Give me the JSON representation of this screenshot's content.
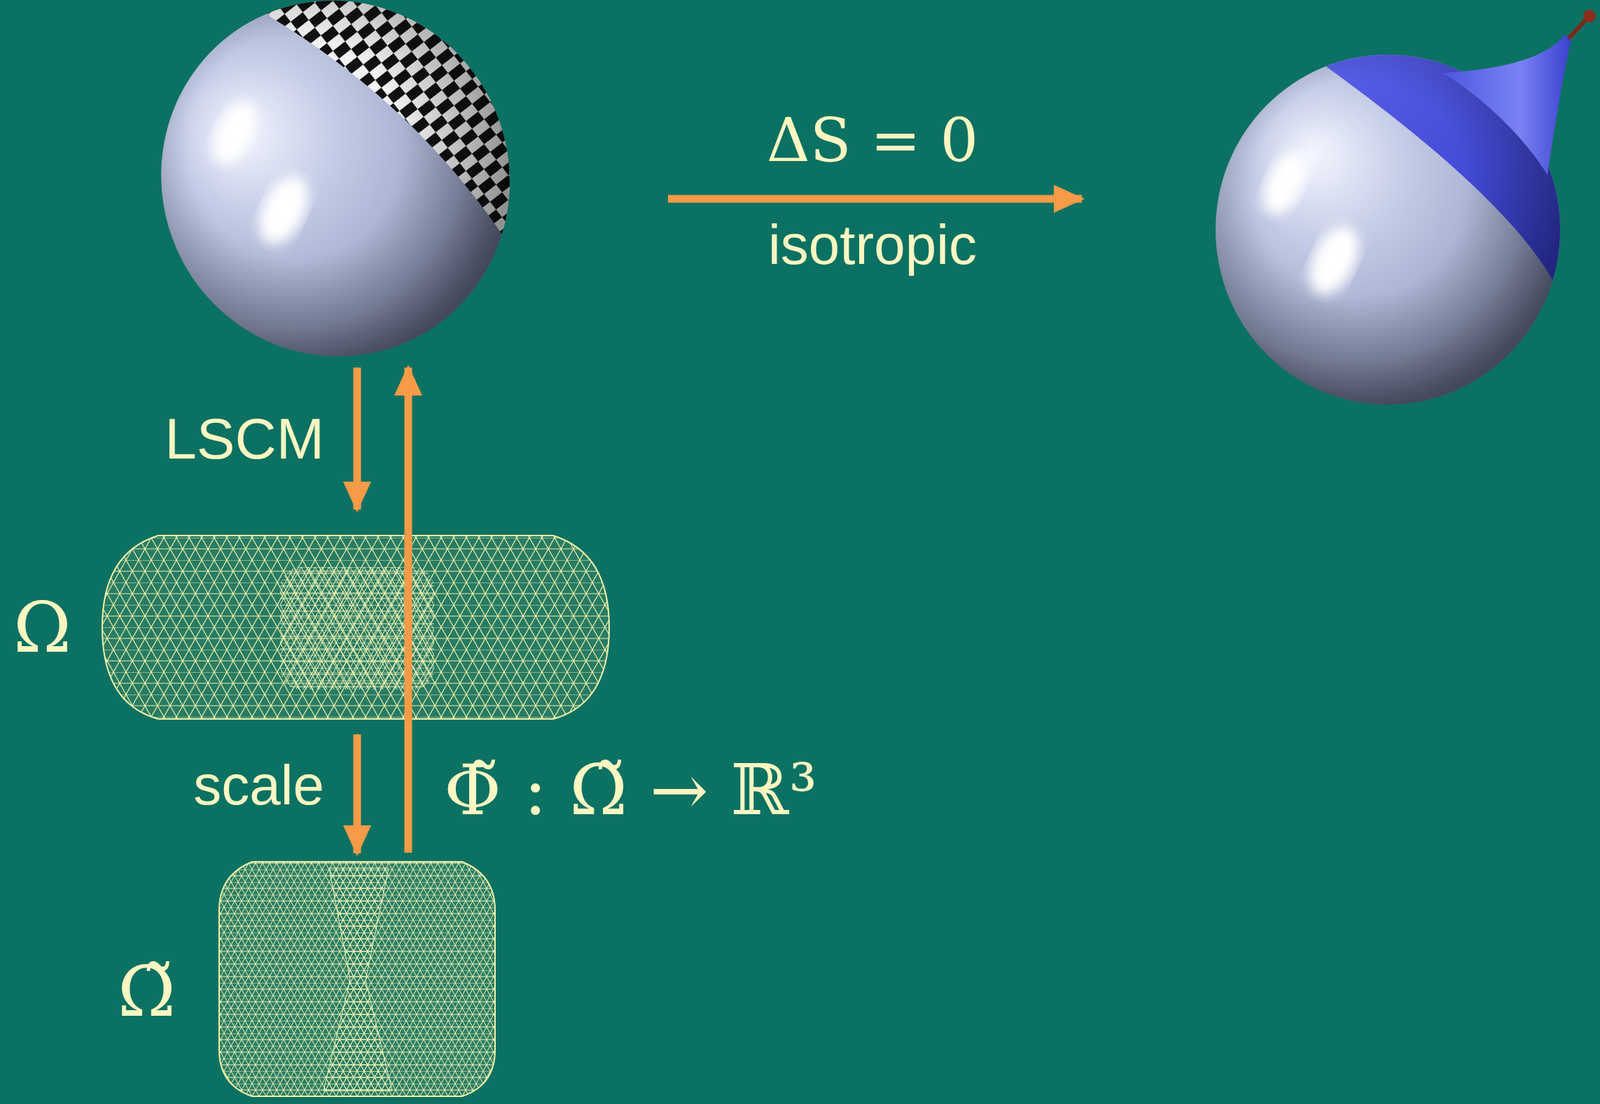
{
  "diagram": {
    "nodes": [
      {
        "text": [
          "Ω"
        ]
      },
      {
        "text": [
          "Ω̃"
        ]
      }
    ],
    "edges": [
      {
        "from": 0,
        "to": 1,
        "arrow": "to",
        "label": "scale"
      }
    ],
    "labels": [
      "LSCM",
      "ΔS = 0",
      "isotropic",
      "Φ̃ : Ω̃ → ℝ³"
    ]
  }
}
